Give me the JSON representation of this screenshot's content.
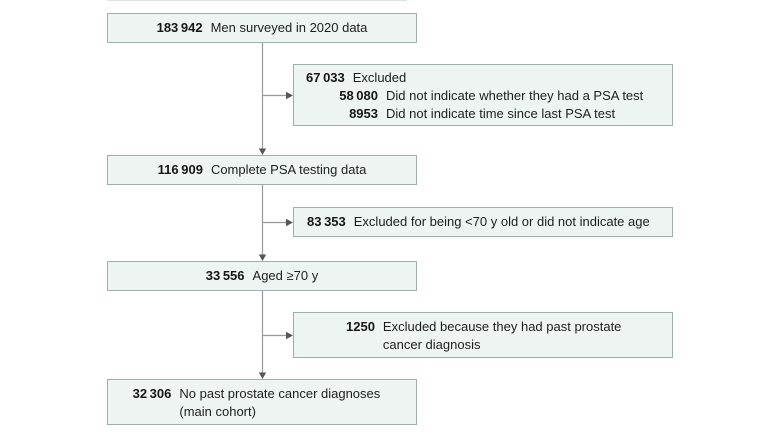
{
  "figure": {
    "kind": "participant-flow-diagram",
    "boxes": {
      "surveyed": {
        "number": "183 942",
        "label": "Men surveyed in 2020 data"
      },
      "excluded1": {
        "rows": [
          {
            "number": "67 033",
            "label": "Excluded"
          },
          {
            "number": "58 080",
            "label": "Did not indicate whether they had a PSA test"
          },
          {
            "number": "8953",
            "label": "Did not indicate time since last PSA test"
          }
        ]
      },
      "complete": {
        "number": "116 909",
        "label": "Complete PSA testing data"
      },
      "excluded2": {
        "number": "83 353",
        "label": "Excluded for being <70 y old or did not indicate age"
      },
      "aged": {
        "number": "33 556",
        "label": "Aged ≥70 y"
      },
      "excluded3": {
        "number": "1250",
        "label": "Excluded because they had past prostate cancer diagnosis"
      },
      "cohort": {
        "number": "32 306",
        "label": "No past prostate cancer diagnoses (main cohort)"
      }
    },
    "colors": {
      "box_fill": "#edf4f2",
      "box_border": "#9daead",
      "connector_line": "#97999c",
      "arrowhead": "#55565a",
      "text": "#1e1e1e"
    }
  }
}
